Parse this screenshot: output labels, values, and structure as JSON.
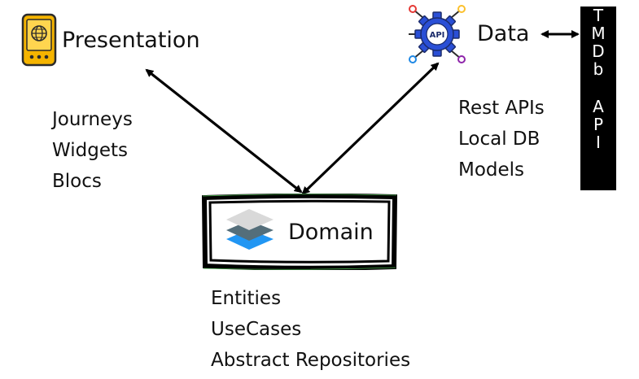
{
  "presentation": {
    "title": "Presentation",
    "icon": "mobile-globe-icon",
    "items": [
      "Journeys",
      "Widgets",
      "Blocs"
    ]
  },
  "data": {
    "title": "Data",
    "icon": "api-gear-icon",
    "icon_text": "API",
    "items": [
      "Rest APIs",
      "Local DB",
      "Models"
    ]
  },
  "domain": {
    "title": "Domain",
    "icon": "layers-icon",
    "items": [
      "Entities",
      "UseCases",
      "Abstract Repositories"
    ]
  },
  "tmdb": {
    "top_letters": [
      "T",
      "M",
      "D",
      "b"
    ],
    "bottom_letters": [
      "A",
      "P",
      "I"
    ]
  },
  "colors": {
    "phone_body": "#f5b400",
    "gear_blue": "#2a4fd6",
    "layer_light": "#d9d9d9",
    "layer_mid": "#546e7a",
    "layer_blue": "#2196f3"
  }
}
